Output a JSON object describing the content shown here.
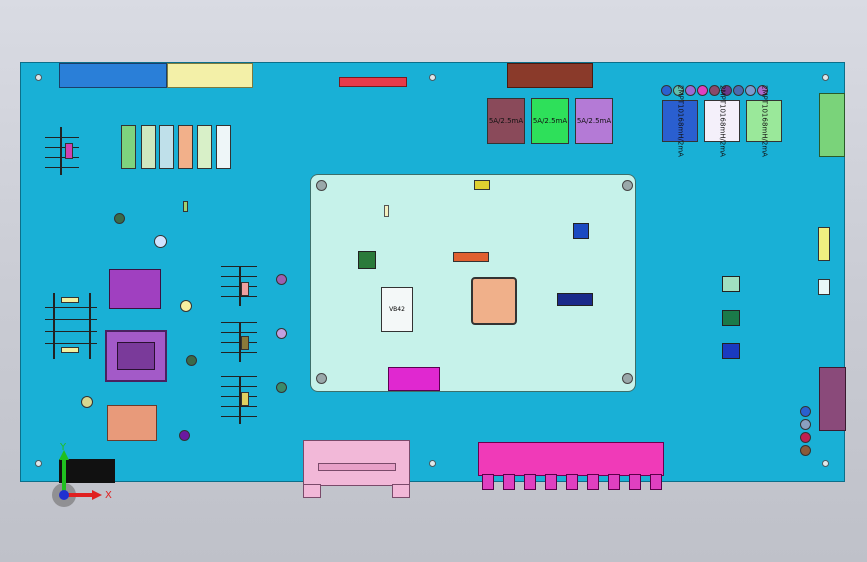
{
  "fuses": [
    "5A/2.5mA",
    "5A/2.5mA",
    "5A/2.5mA"
  ],
  "relays": [
    {
      "part": "2MPT1016",
      "rating": "8mH/2mA"
    },
    {
      "part": "2MPT1016",
      "rating": "8mH/2mA"
    },
    {
      "part": "2MPT1016",
      "rating": "8mH/2mA"
    }
  ],
  "module_chip": "VB42",
  "axes": {
    "x": "X",
    "y": "Y"
  },
  "colors": {
    "board": "#19b0d6",
    "module": "#c6f2ea"
  }
}
